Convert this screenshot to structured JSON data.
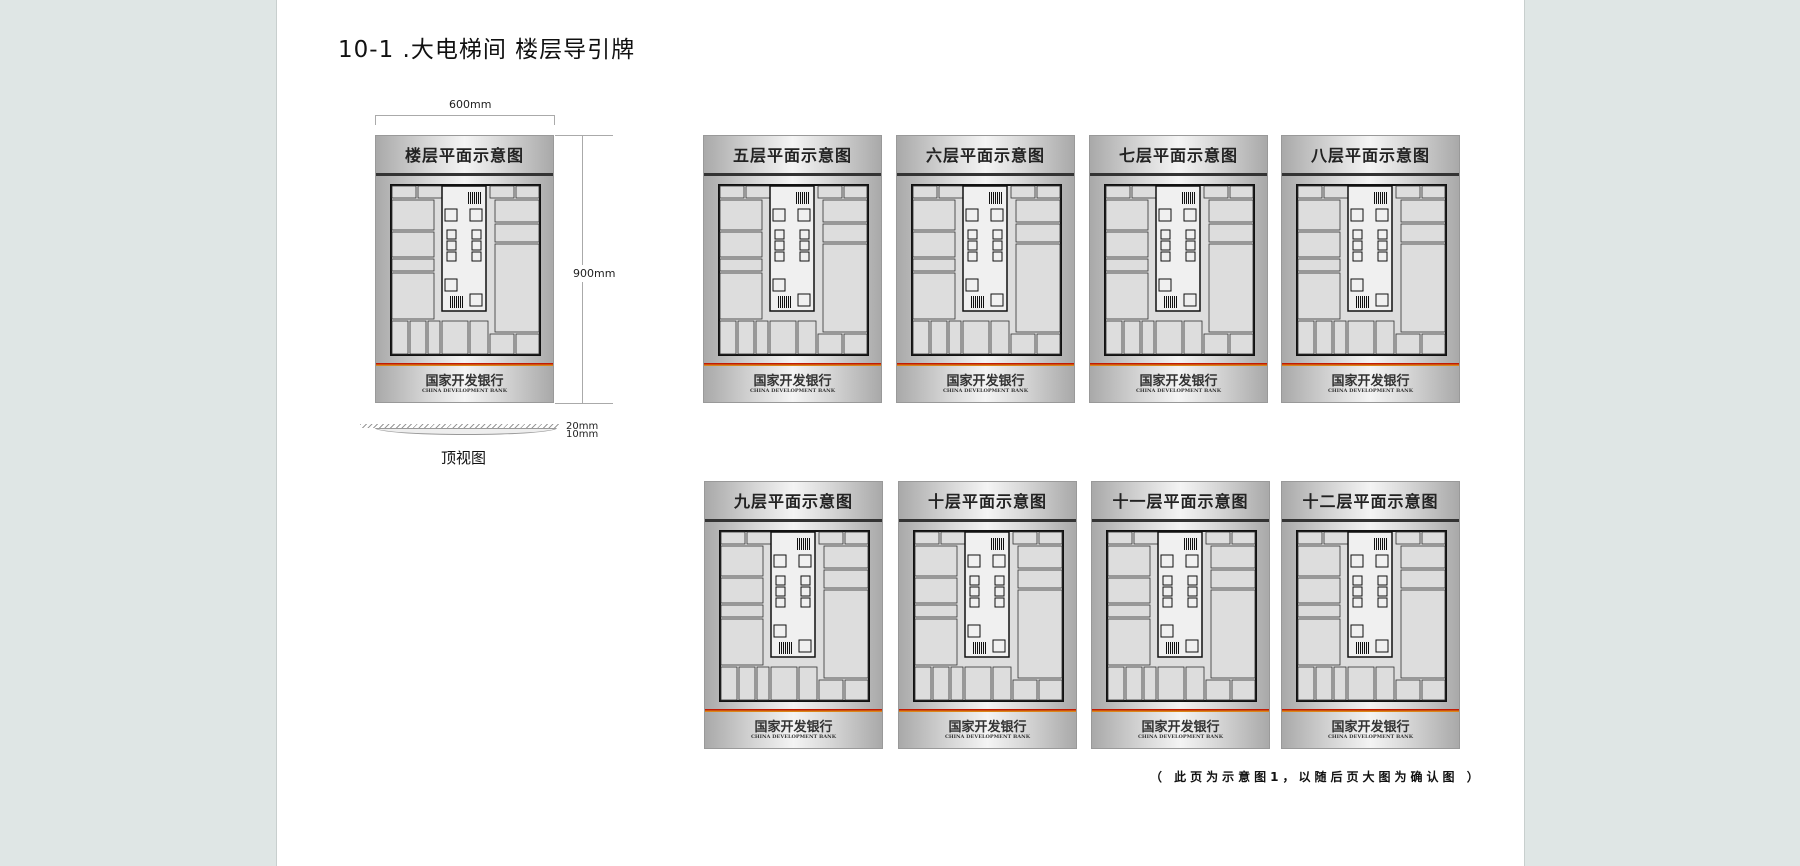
{
  "title": "10-1 .大电梯间  楼层导引牌",
  "left_sign": {
    "heading": "楼层平面示意图",
    "width_label": "600mm",
    "height_label": "900mm",
    "thickness_labels": [
      "20mm",
      "10mm"
    ],
    "top_view_label": "顶视图"
  },
  "bank": {
    "cn": "国家开发银行",
    "en": "CHINA DEVELOPMENT BANK"
  },
  "signs": [
    {
      "heading": "五层平面示意图"
    },
    {
      "heading": "六层平面示意图"
    },
    {
      "heading": "七层平面示意图"
    },
    {
      "heading": "八层平面示意图"
    },
    {
      "heading": "九层平面示意图"
    },
    {
      "heading": "十层平面示意图"
    },
    {
      "heading": "十一层平面示意图"
    },
    {
      "heading": "十二层平面示意图"
    }
  ],
  "footnote": "（ 此页为示意图1，以随后页大图为确认图 ）",
  "colors": {
    "stripe_red": "#bb0000",
    "background": "#dfe6e5"
  }
}
